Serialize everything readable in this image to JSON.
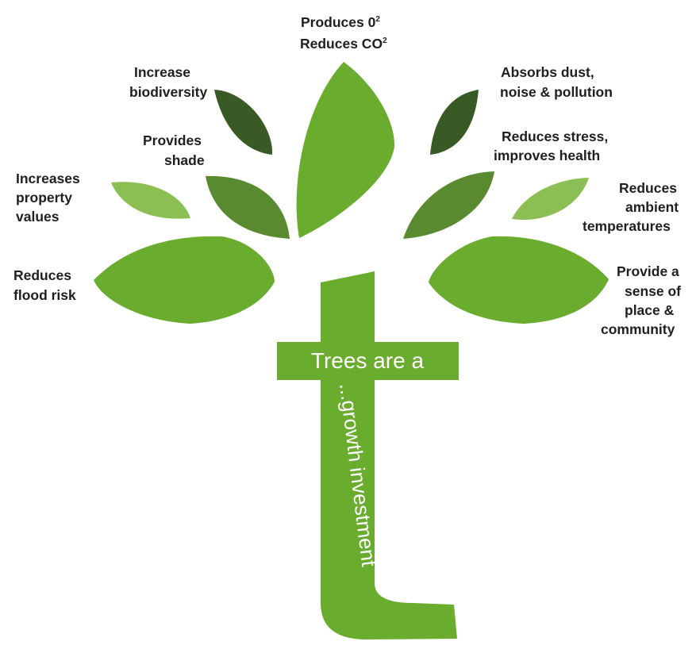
{
  "colors": {
    "leaf_dark": "#3a5a25",
    "leaf_mid": "#5a8a30",
    "leaf_bright": "#6aac2e",
    "leaf_light": "#8cbf53",
    "trunk": "#6aac2e",
    "label_text": "#1f1f1f",
    "trunk_text": "#ffffff"
  },
  "benefits": {
    "produces_o2": {
      "line1": "Produces 0",
      "line1_sup": "2",
      "line2": "Reduces CO",
      "line2_sup": "2"
    },
    "biodiversity": {
      "line1": "Increase",
      "line2": "biodiversity"
    },
    "shade": {
      "line1": "Provides",
      "line2": "shade"
    },
    "property": {
      "line1": "Increases",
      "line2": "property",
      "line3": "values"
    },
    "flood": {
      "line1": "Reduces",
      "line2": "flood risk"
    },
    "dust": {
      "line1": "Absorbs dust,",
      "line2": "noise & pollution"
    },
    "stress": {
      "line1": "Reduces stress,",
      "line2": "improves health"
    },
    "temperatures": {
      "line1": "Reduces",
      "line2": "ambient",
      "line3": "temperatures"
    },
    "community": {
      "line1": "Provide a",
      "line2": "sense of",
      "line3": "place &",
      "line4": "community"
    }
  },
  "trunk": {
    "crossbar_text": "Trees are a",
    "stem_text": "...growth investment"
  }
}
